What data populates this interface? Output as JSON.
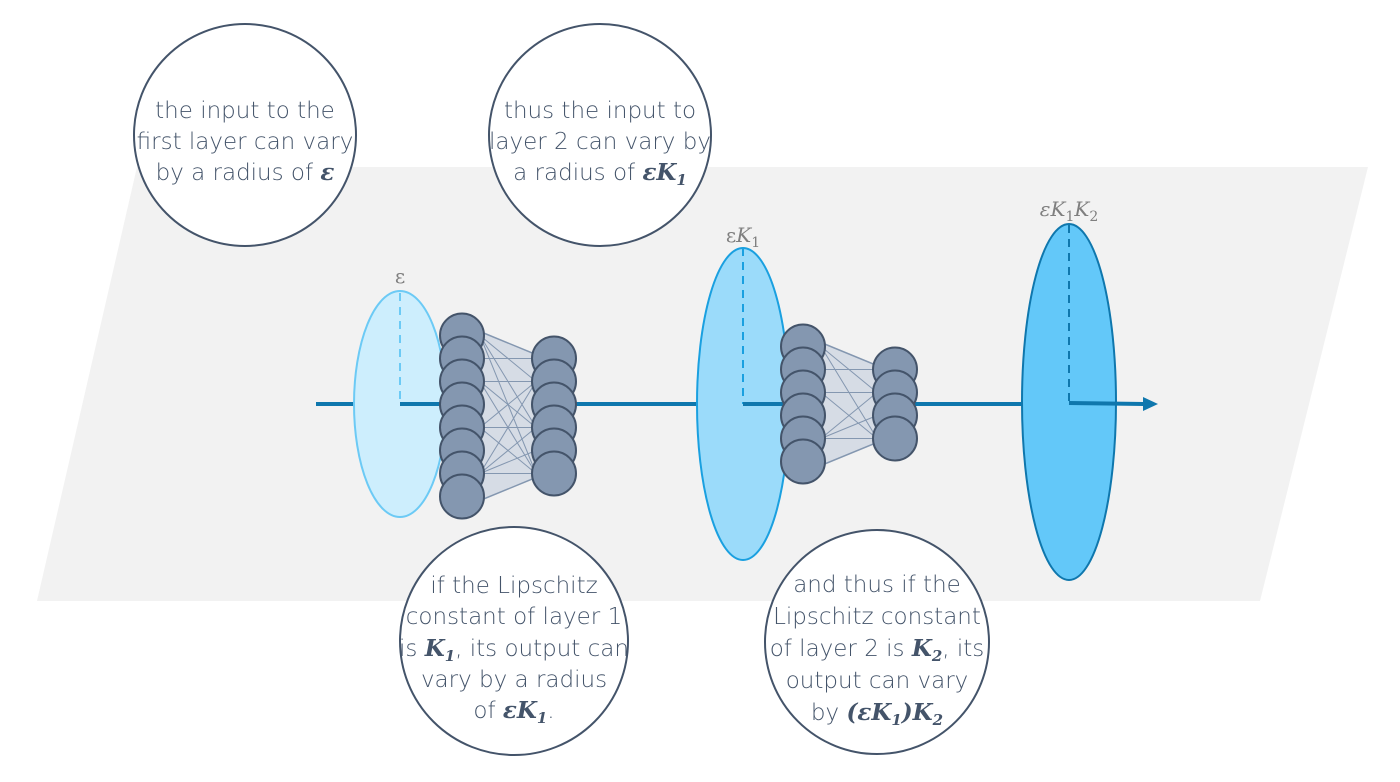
{
  "diagram": {
    "title": "Lipschitz constant propagation through layers",
    "colors": {
      "plane": "#f2f2f2",
      "axis": "#0f77ad",
      "bubble_border": "#44546a",
      "bubble_fill": "#ffffff",
      "text": "#44546a",
      "label": "#7f7f7f",
      "neuron_fill": "#8497b0",
      "neuron_border": "#44546a",
      "connection_fill": "#d6dce5",
      "connection_line": "#8497b0",
      "ellipse_eps_fill": "#cdeefd",
      "ellipse_eps_stroke": "#6ccaf5",
      "ellipse_k1_fill": "#9bdbfa",
      "ellipse_k1_stroke": "#1aa0e0",
      "ellipse_k1k2_fill": "#63c8f9",
      "ellipse_k1k2_stroke": "#0f77ad"
    },
    "radius_labels": {
      "eps": {
        "base": "ε"
      },
      "eps_k1": {
        "base": "ε",
        "k": "K",
        "sub1": "1"
      },
      "eps_k1_k2": {
        "base": "ε",
        "k": "K",
        "sub1": "1",
        "k2": "K",
        "sub2": "2"
      }
    },
    "layers": [
      {
        "name": "layer-1",
        "input_neurons": 8,
        "output_neurons": 6
      },
      {
        "name": "layer-2",
        "input_neurons": 6,
        "output_neurons": 4
      }
    ],
    "bubbles": {
      "input": {
        "line1": "the input to the",
        "line2": "first layer can vary",
        "line3_text": "by a radius of ",
        "line3_math": "ε"
      },
      "layer2_input": {
        "line1": "thus the input to",
        "line2": "layer 2 can vary by",
        "line3_text": "a radius of ",
        "line3_math": "εK",
        "line3_sub": "1"
      },
      "layer1_output": {
        "line1": "if the Lipschitz",
        "line2": "constant of layer 1",
        "line3_pre": "is ",
        "line3_math": "K",
        "line3_sub": "1",
        "line3_post": ", its output can",
        "line4": "vary by a radius",
        "line5_pre": "of ",
        "line5_math": "εK",
        "line5_sub": "1",
        "line5_post": "."
      },
      "layer2_output": {
        "line1": "and thus if the",
        "line2": "Lipschitz constant",
        "line3_pre": "of layer 2 is ",
        "line3_math": "K",
        "line3_sub": "2",
        "line3_post": ", its",
        "line4": "output can vary",
        "line5_pre": "by ",
        "line5_math_a": "(εK",
        "line5_sub_a": "1",
        "line5_math_b": ")K",
        "line5_sub_b": "2"
      }
    }
  }
}
